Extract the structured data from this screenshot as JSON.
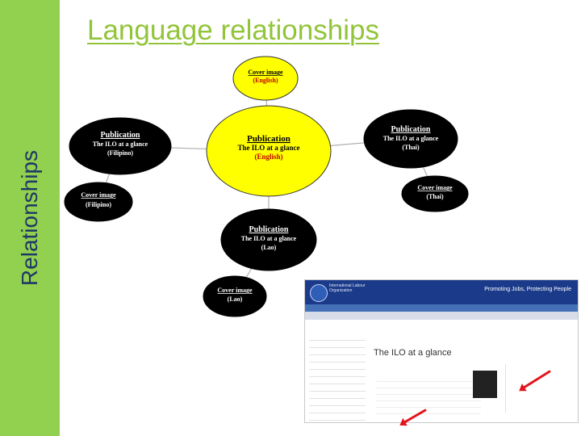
{
  "slide": {
    "title": "Language relationships",
    "sidebar_label": "Relationships"
  },
  "colors": {
    "sidebar": "#92d050",
    "title": "#92c43a",
    "sidebar_text": "#1f3864",
    "highlight_node": "#ffff00",
    "dark_node": "#000000",
    "edge": "#b0b0b0",
    "arrow": "#e3141b"
  },
  "diagram": {
    "nodes": [
      {
        "id": "cover-english",
        "lines": [
          "Cover image",
          "(English)"
        ],
        "style": "yellow"
      },
      {
        "id": "publication-english",
        "lines": [
          "Publication",
          "The ILO at a glance",
          "(English)"
        ],
        "style": "yellow"
      },
      {
        "id": "publication-filipino",
        "lines": [
          "Publication",
          "The ILO at a glance",
          "(Filipino)"
        ],
        "style": "black"
      },
      {
        "id": "cover-filipino",
        "lines": [
          "Cover image",
          "(Filipino)"
        ],
        "style": "black"
      },
      {
        "id": "publication-thai",
        "lines": [
          "Publication",
          "The ILO at a glance",
          "(Thai)"
        ],
        "style": "black"
      },
      {
        "id": "cover-thai",
        "lines": [
          "Cover image",
          "(Thai)"
        ],
        "style": "black"
      },
      {
        "id": "publication-lao",
        "lines": [
          "Publication",
          "The ILO at a glance",
          "(Lao)"
        ],
        "style": "black"
      },
      {
        "id": "cover-lao",
        "lines": [
          "Cover image",
          "(Lao)"
        ],
        "style": "black"
      }
    ],
    "edges": [
      [
        "cover-english",
        "publication-english"
      ],
      [
        "publication-english",
        "publication-filipino"
      ],
      [
        "publication-filipino",
        "cover-filipino"
      ],
      [
        "publication-english",
        "publication-thai"
      ],
      [
        "publication-thai",
        "cover-thai"
      ],
      [
        "publication-english",
        "publication-lao"
      ],
      [
        "publication-lao",
        "cover-lao"
      ]
    ]
  },
  "screenshot": {
    "tagline": "Promoting Jobs, Protecting People",
    "org_name": "International Labour Organization",
    "page_heading": "The ILO at a glance"
  }
}
